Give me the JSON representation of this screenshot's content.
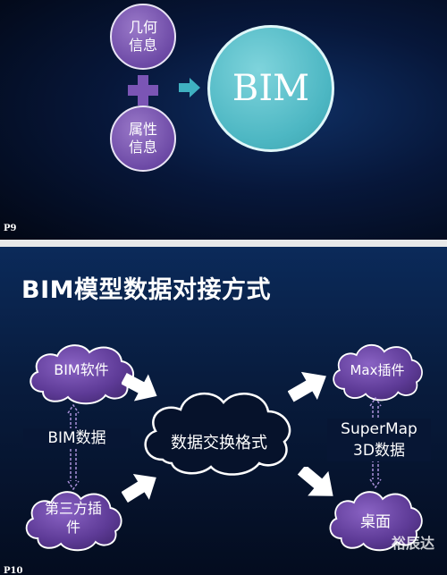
{
  "slide1": {
    "circle_top": "几何\n信息",
    "circle_bottom": "属性\n信息",
    "circle_big": "BIM",
    "slide_number": "P9",
    "colors": {
      "purple": "#6d4aa6",
      "teal": "#4db7c3",
      "arrow": "#3fb0c0"
    }
  },
  "slide2": {
    "title": "BIM模型数据对接方式",
    "bim_software": "BIM软件",
    "bim_data": "BIM数据",
    "third_party_plugin": "第三方插\n件",
    "exchange_format": "数据交换格式",
    "max_plugin": "Max插件",
    "supermap_line1": "SuperMap",
    "supermap_line2": "3D数据",
    "desktop": "桌面",
    "slide_number": "P10",
    "watermark": "裕辰达"
  }
}
